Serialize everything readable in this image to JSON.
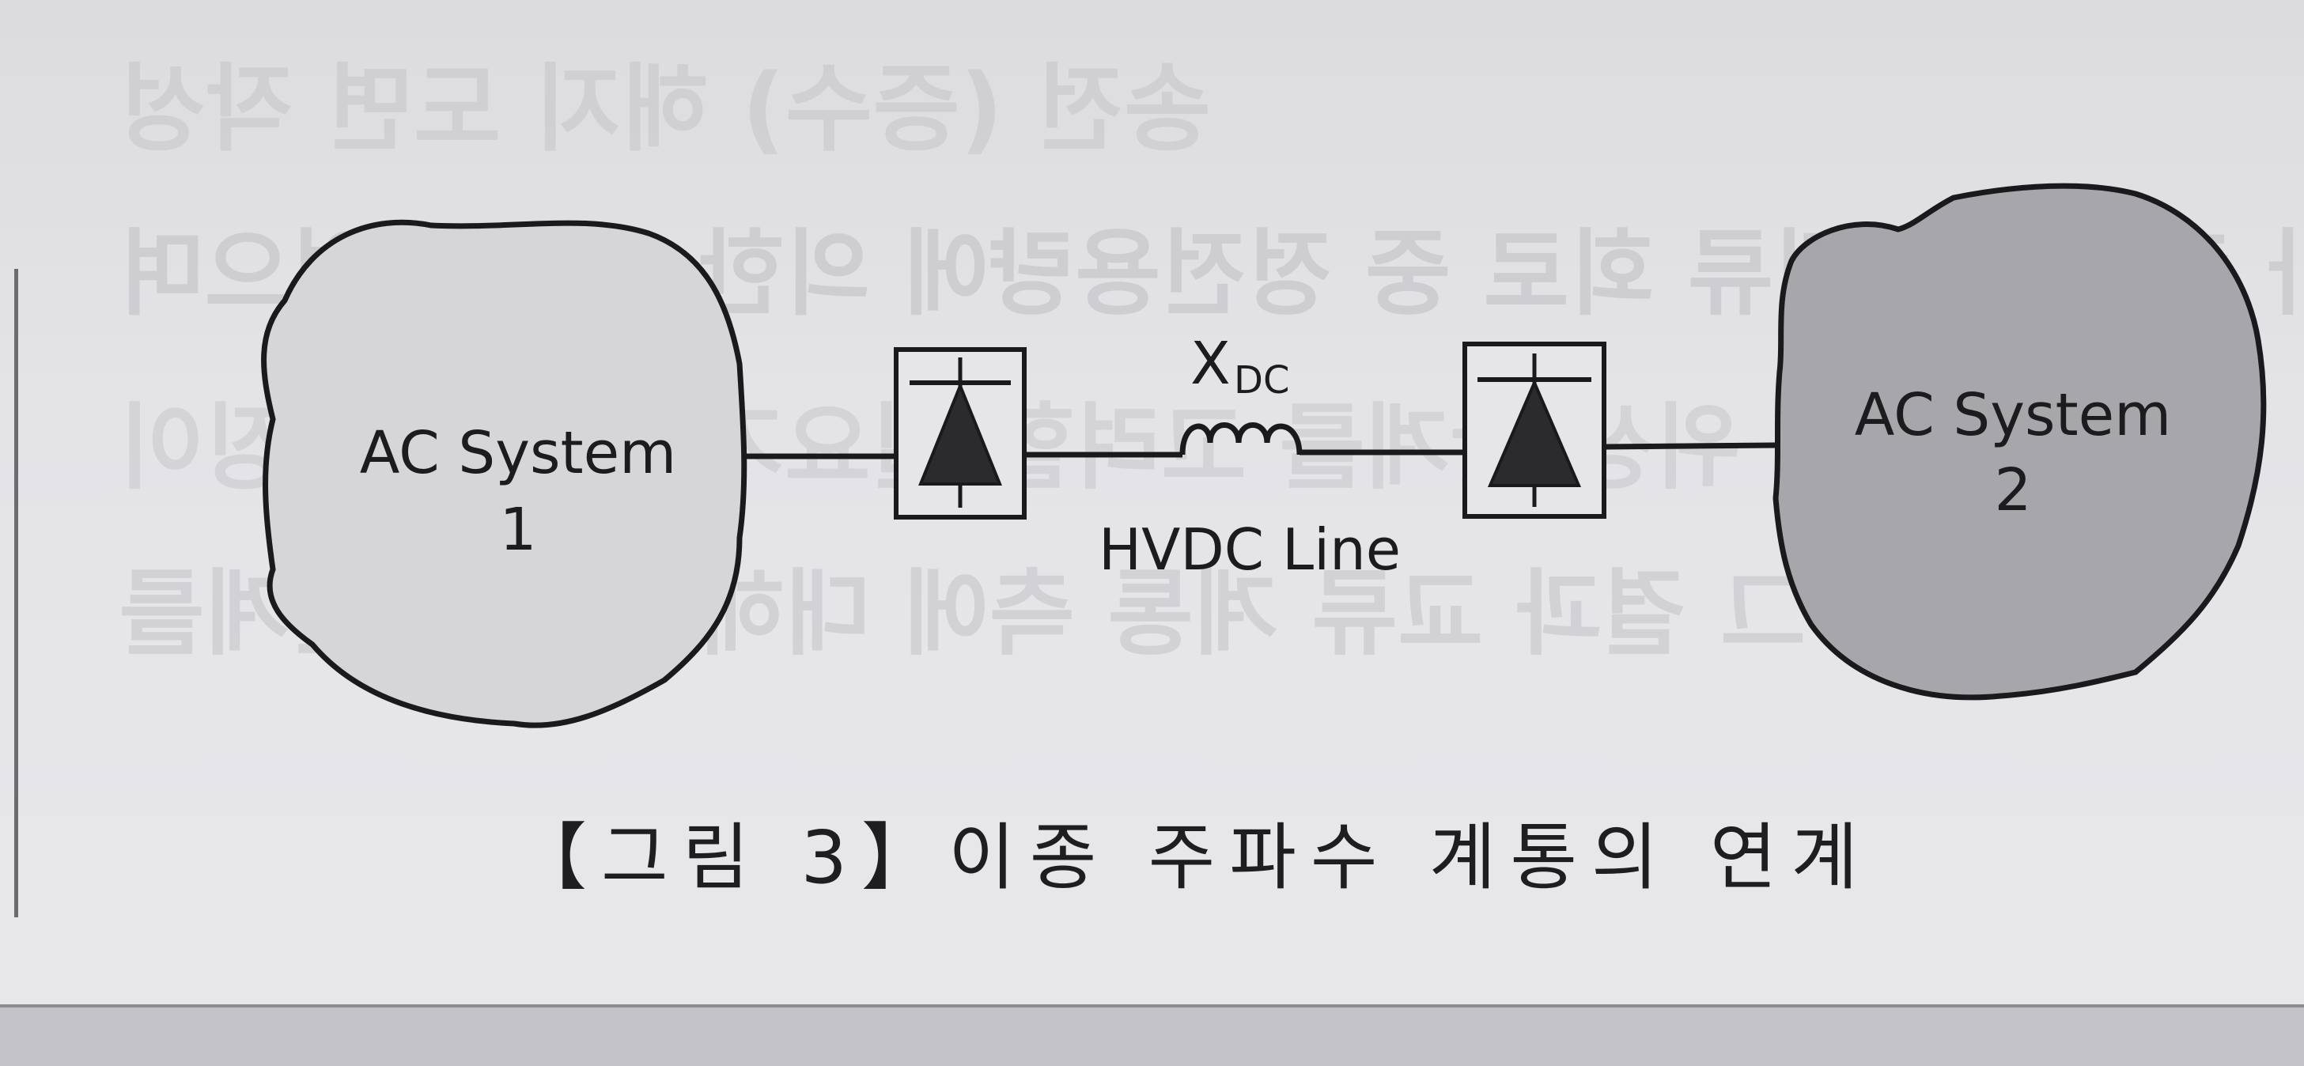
{
  "diagram": {
    "system1": {
      "label_line1": "AC System",
      "label_line2": "1"
    },
    "system2": {
      "label_line1": "AC System",
      "label_line2": "2"
    },
    "reactor": {
      "symbol": "X",
      "subscript": "DC"
    },
    "line_label": "HVDC Line"
  },
  "caption": "【그림 3】이종 주파수 계통의 연계",
  "background_bleed": [
    "송전 (증수) 해지 도면 작성",
    "인버터가 출력하는 직류 회로 중 정전용량에 의한 사항이 없으며",
    "계통 간의 위상 관계를 고려할 필요가 없다는 특징이",
    "있다. 그 결과 교류 계통 측에 대해 뛰어난 연계를"
  ],
  "colors": {
    "cloud1_fill": "#d6d6d9",
    "cloud2_fill": "#a7a7ab",
    "stroke": "#1a1a1c",
    "converter_fill": "#e6e6e9",
    "diode_fill": "#2b2b2d"
  }
}
